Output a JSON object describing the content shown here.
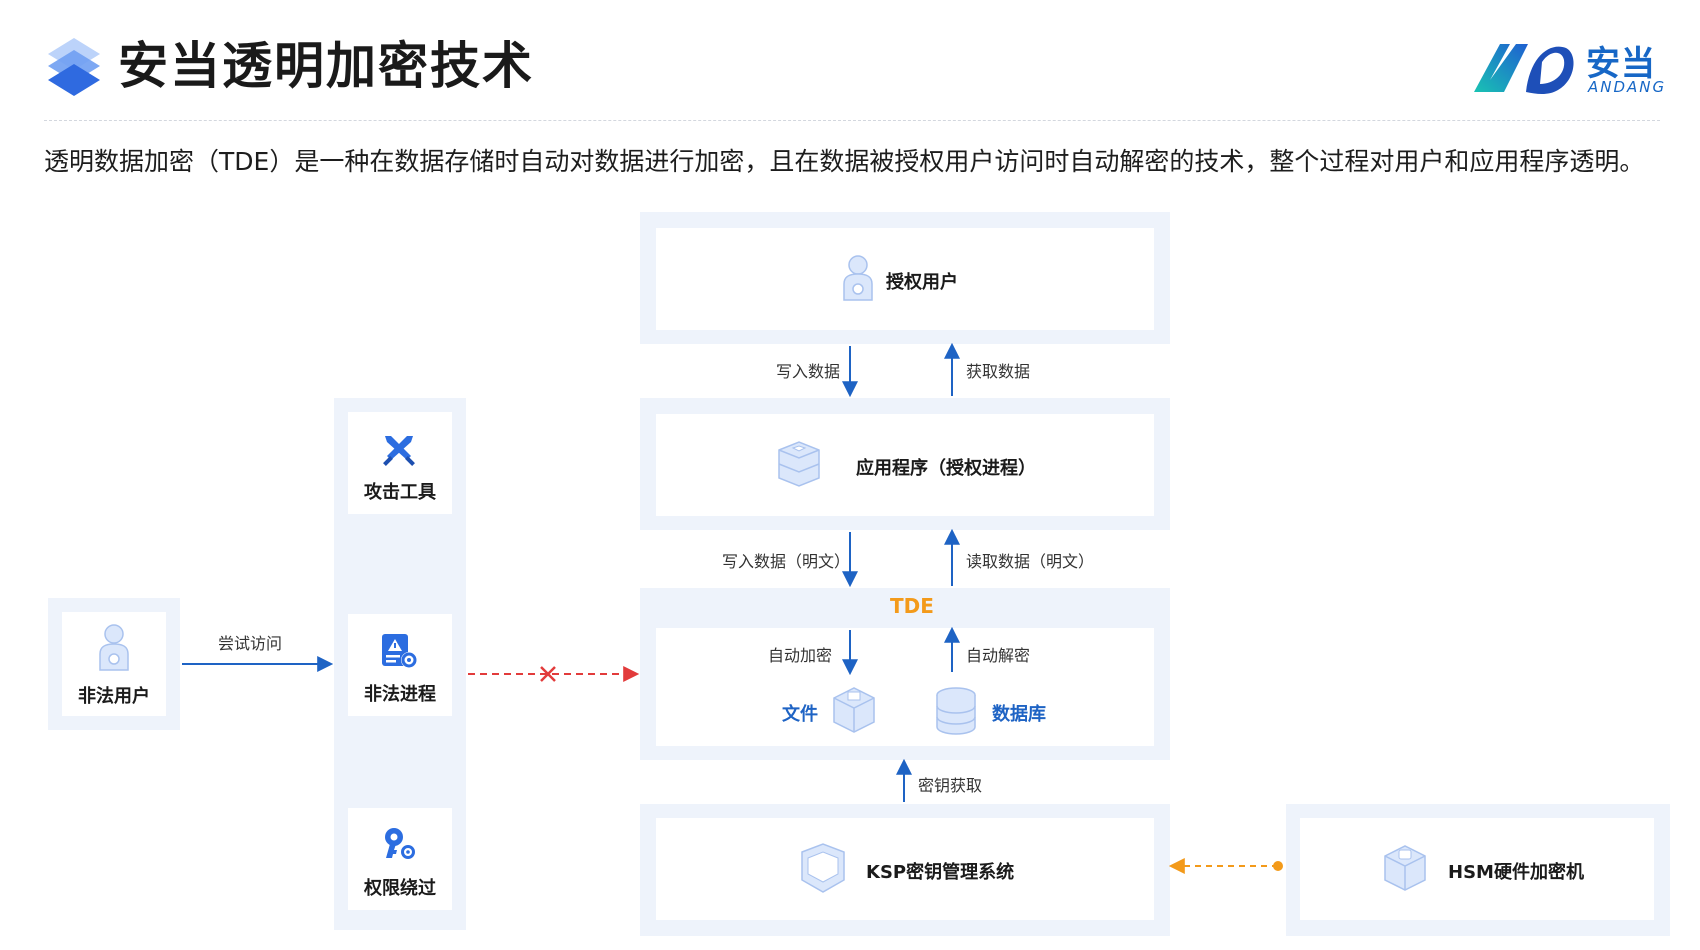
{
  "header": {
    "title": "安当透明加密技术",
    "logo_cn": "安当",
    "logo_en": "ANDANG"
  },
  "intro": "透明数据加密（TDE）是一种在数据存储时自动对数据进行加密，且在数据被授权用户访问时自动解密的技术，整个过程对用户和应用程序透明。",
  "diagram": {
    "authorized_user": "授权用户",
    "write_data": "写入数据",
    "get_data": "获取数据",
    "application": "应用程序（授权进程）",
    "write_plain": "写入数据（明文）",
    "read_plain": "读取数据（明文）",
    "tde": "TDE",
    "auto_encrypt": "自动加密",
    "auto_decrypt": "自动解密",
    "file": "文件",
    "database": "数据库",
    "key_fetch": "密钥获取",
    "ksp": "KSP密钥管理系统",
    "hsm": "HSM硬件加密机",
    "illegal_user": "非法用户",
    "try_access": "尝试访问",
    "attack_tool": "攻击工具",
    "illegal_process": "非法进程",
    "privilege_bypass": "权限绕过"
  },
  "colors": {
    "flow_blue": "#1e63c4",
    "blocked_red": "#e23b3b",
    "hsm_orange": "#f39a1a",
    "panel_bg": "#eef3fb"
  }
}
